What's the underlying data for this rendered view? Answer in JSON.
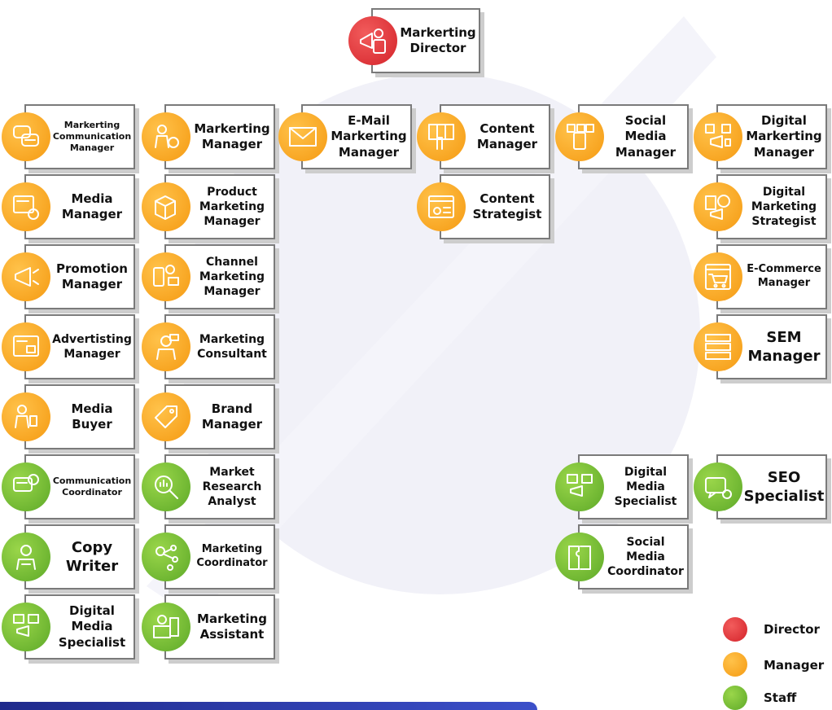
{
  "director": {
    "label": "Markerting\nDirector"
  },
  "columns": [
    {
      "id": "col1",
      "items": [
        {
          "label": "Markerting\nCommunication\nManager",
          "level": "manager",
          "icon": "chat-bubbles-icon",
          "fs": 11
        },
        {
          "label": "Media\nManager",
          "level": "manager",
          "icon": "media-gear-icon",
          "fs": 15
        },
        {
          "label": "Promotion\nManager",
          "level": "manager",
          "icon": "megaphone-icon",
          "fs": 15
        },
        {
          "label": "Advertisting\nManager",
          "level": "manager",
          "icon": "ad-screen-icon",
          "fs": 14
        },
        {
          "label": "Media\nBuyer",
          "level": "manager",
          "icon": "buyer-icon",
          "fs": 15
        },
        {
          "label": "Communication\nCoordinator",
          "level": "staff",
          "icon": "chat-gear-icon",
          "fs": 11
        },
        {
          "label": "Copy\nWriter",
          "level": "staff",
          "icon": "writer-icon",
          "fs": 18
        },
        {
          "label": "Digital\nMedia\nSpecialist",
          "level": "staff",
          "icon": "digital-media-icon",
          "fs": 15
        }
      ]
    },
    {
      "id": "col2",
      "items": [
        {
          "label": "Markerting\nManager",
          "level": "manager",
          "icon": "manager-gear-icon",
          "fs": 15
        },
        {
          "label": "Product\nMarketing\nManager",
          "level": "manager",
          "icon": "product-box-icon",
          "fs": 14
        },
        {
          "label": "Channel\nMarketing\nManager",
          "level": "manager",
          "icon": "channel-icon",
          "fs": 14
        },
        {
          "label": "Marketing\nConsultant",
          "level": "manager",
          "icon": "consultant-icon",
          "fs": 14
        },
        {
          "label": "Brand\nManager",
          "level": "manager",
          "icon": "brand-tag-icon",
          "fs": 15
        },
        {
          "label": "Market\nResearch\nAnalyst",
          "level": "staff",
          "icon": "research-icon",
          "fs": 14
        },
        {
          "label": "Marketing\nCoordinator",
          "level": "staff",
          "icon": "coordinator-icon",
          "fs": 13
        },
        {
          "label": "Marketing\nAssistant",
          "level": "staff",
          "icon": "assistant-icon",
          "fs": 15
        }
      ]
    },
    {
      "id": "col3",
      "items": [
        {
          "label": "E-Mail\nMarkerting\nManager",
          "level": "manager",
          "icon": "envelope-icon",
          "fs": 15
        }
      ]
    },
    {
      "id": "col4",
      "items": [
        {
          "label": "Content\nManager",
          "level": "manager",
          "icon": "content-hand-icon",
          "fs": 15
        },
        {
          "label": "Content\nStrategist",
          "level": "manager",
          "icon": "content-strategy-icon",
          "fs": 15
        }
      ]
    },
    {
      "id": "col5",
      "items": [
        {
          "label": "Social\nMedia\nManager",
          "level": "manager",
          "icon": "social-phone-icon",
          "fs": 15
        }
      ]
    },
    {
      "id": "col6",
      "items": [
        {
          "label": "Digital\nMarkerting\nManager",
          "level": "manager",
          "icon": "digital-marketing-icon",
          "fs": 15
        },
        {
          "label": "Digital\nMarketing\nStrategist",
          "level": "manager",
          "icon": "digital-strategy-icon",
          "fs": 14
        },
        {
          "label": "E-Commerce\nManager",
          "level": "manager",
          "icon": "cart-icon",
          "fs": 13
        },
        {
          "label": "SEM\nManager",
          "level": "manager",
          "icon": "sem-icon",
          "fs": 18
        }
      ]
    }
  ],
  "staff_right": [
    {
      "label": "Digital\nMedia\nSpecialist",
      "level": "staff",
      "icon": "digital-media-icon",
      "fs": 14
    },
    {
      "label": "SEO\nSpecialist",
      "level": "staff",
      "icon": "seo-icon",
      "fs": 18
    },
    {
      "label": "Social\nMedia\nCoordinator",
      "level": "staff",
      "icon": "puzzle-hands-icon",
      "fs": 14
    }
  ],
  "legend": [
    {
      "label": "Director",
      "level": "director"
    },
    {
      "label": "Manager",
      "level": "manager"
    },
    {
      "label": "Staff",
      "level": "staff"
    }
  ],
  "colors": {
    "director": "#d4232a",
    "manager": "#f59a12",
    "staff": "#5da928",
    "border": "#7a7a7a"
  }
}
